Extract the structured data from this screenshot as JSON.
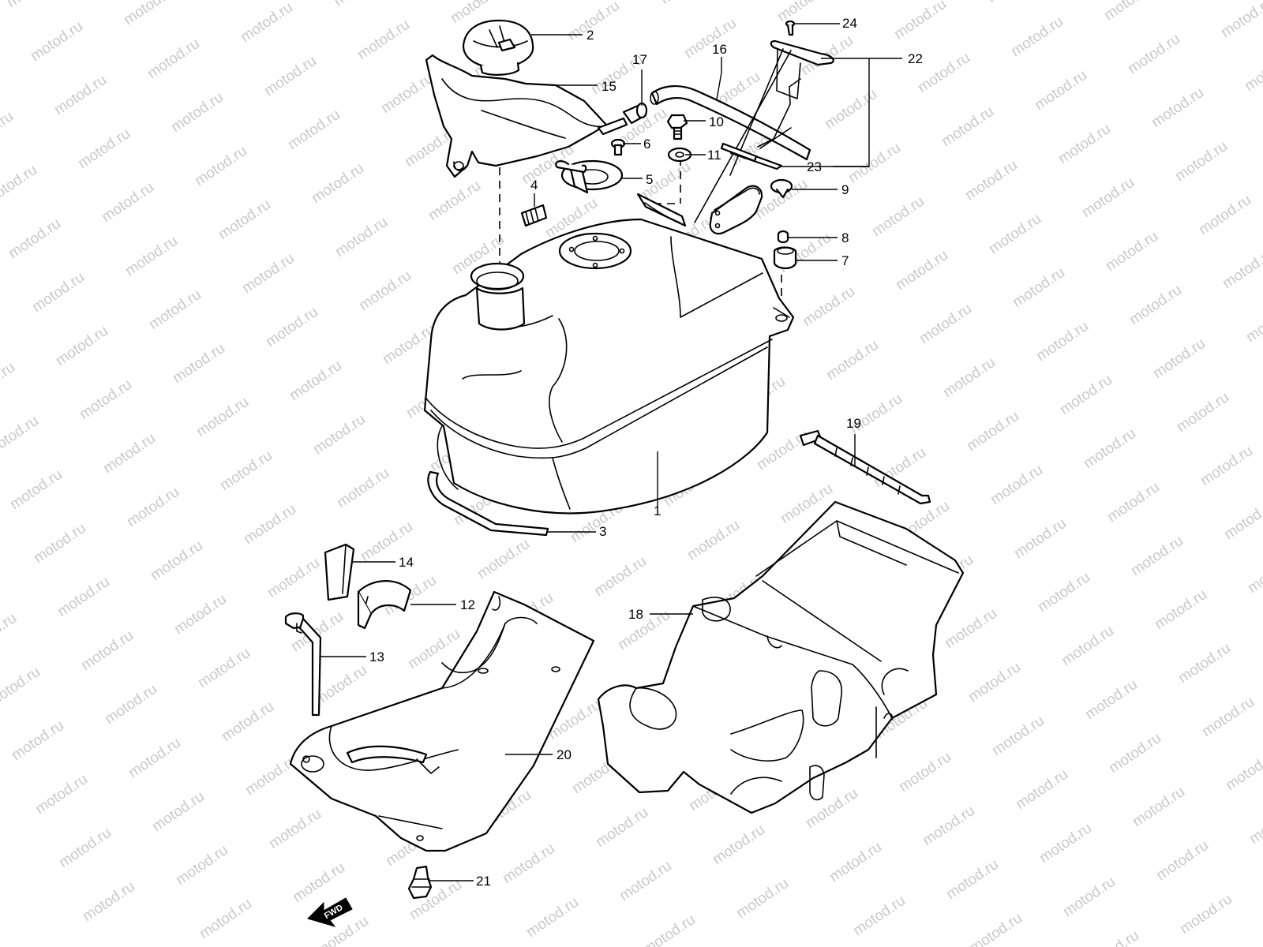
{
  "watermark": "motod.ru",
  "fwd_label": "FWD",
  "callouts": [
    "1",
    "2",
    "3",
    "4",
    "5",
    "6",
    "7",
    "8",
    "9",
    "10",
    "11",
    "12",
    "13",
    "14",
    "15",
    "16",
    "17",
    "18",
    "19",
    "20",
    "21",
    "22",
    "23",
    "24"
  ],
  "parts": [
    {
      "name": "fuel-tank",
      "callout": "1"
    },
    {
      "name": "fuel-cap",
      "callout": "2"
    },
    {
      "name": "tank-cushion",
      "callout": "3"
    },
    {
      "name": "rubber-block",
      "callout": "4"
    },
    {
      "name": "inlet-plate",
      "callout": "5"
    },
    {
      "name": "inlet-screw",
      "callout": "6"
    },
    {
      "name": "mount-cushion",
      "callout": "7"
    },
    {
      "name": "collar",
      "callout": "8"
    },
    {
      "name": "mount-bolt",
      "callout": "9"
    },
    {
      "name": "gauge-bolt",
      "callout": "10"
    },
    {
      "name": "washer",
      "callout": "11"
    },
    {
      "name": "cushion-clip",
      "callout": "12"
    },
    {
      "name": "breather-hose",
      "callout": "13"
    },
    {
      "name": "clip",
      "callout": "14"
    },
    {
      "name": "filler-pan",
      "callout": "15"
    },
    {
      "name": "drain-hose",
      "callout": "16"
    },
    {
      "name": "hose-joint",
      "callout": "17"
    },
    {
      "name": "protector",
      "callout": "18"
    },
    {
      "name": "tie-band",
      "callout": "19"
    },
    {
      "name": "tank-cover",
      "callout": "20"
    },
    {
      "name": "cover-bolt",
      "callout": "21"
    },
    {
      "name": "fuel-gauge-assy",
      "callout": "22"
    },
    {
      "name": "gasket",
      "callout": "23"
    },
    {
      "name": "gauge-screw",
      "callout": "24"
    }
  ]
}
